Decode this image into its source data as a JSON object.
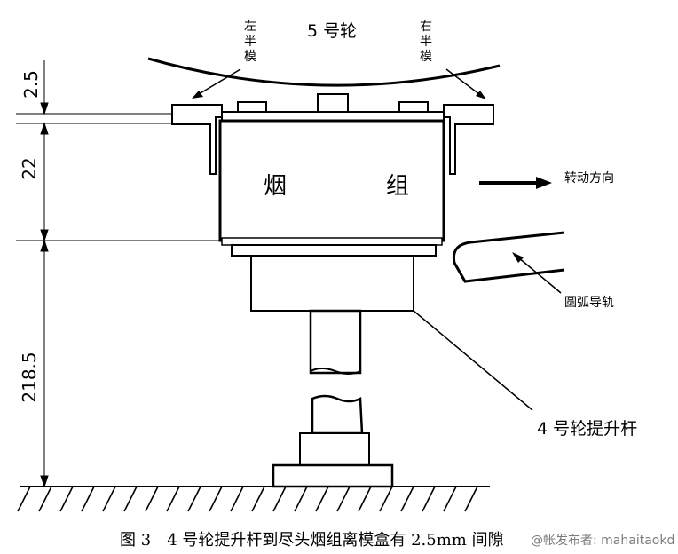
{
  "labels": {
    "top_wheel": "5 号轮",
    "left_half_mold": "左半模",
    "right_half_mold": "右半模",
    "smoke_group_left": "烟",
    "smoke_group_right": "组",
    "rotation_direction": "转动方向",
    "arc_guide_rail": "圆弧导轨",
    "lift_rod": "4 号轮提升杆"
  },
  "dimensions": {
    "gap": "2.5",
    "group_height": "22",
    "rod_height": "218.5"
  },
  "caption": {
    "number": "图 3",
    "text": "4 号轮提升杆到尽头烟组离模盒有 2.5mm 间隙"
  },
  "watermark": "@帐发布者: mahaitaokd",
  "colors": {
    "ink": "#000000",
    "background": "#ffffff",
    "watermark": "#666666"
  }
}
